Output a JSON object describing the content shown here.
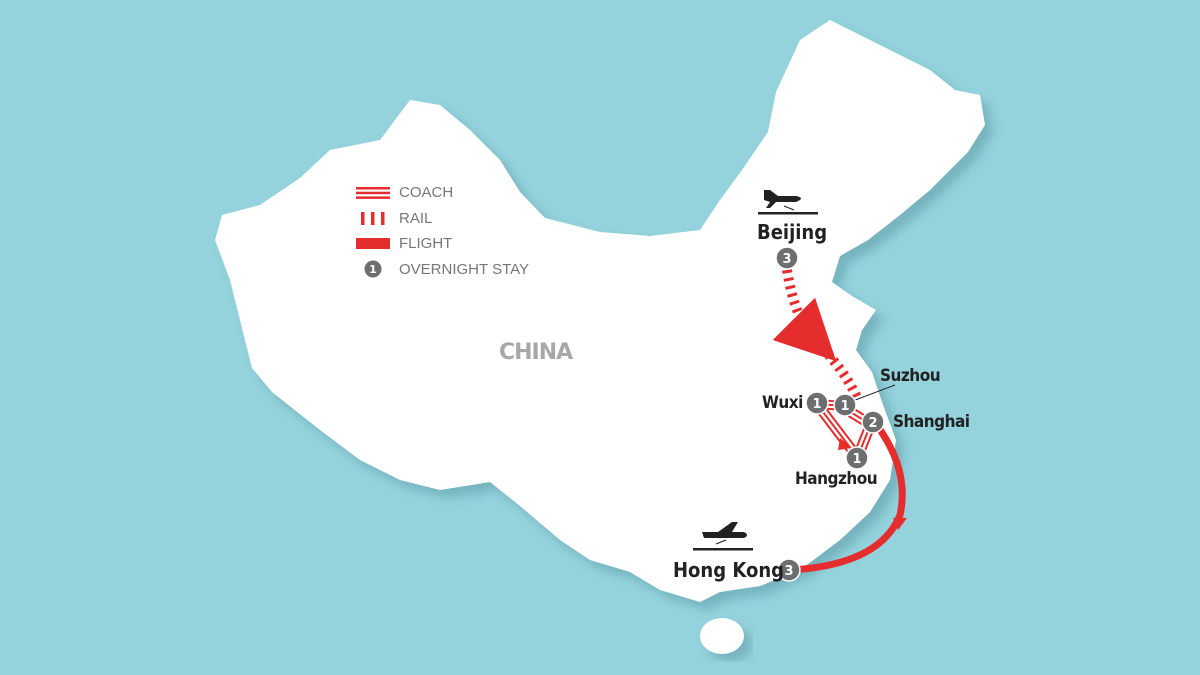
{
  "country_label": "CHINA",
  "legend": {
    "items": [
      {
        "key": "coach",
        "label": "COACH"
      },
      {
        "key": "rail",
        "label": "RAIL"
      },
      {
        "key": "flight",
        "label": "FLIGHT"
      },
      {
        "key": "overnight",
        "label": "OVERNIGHT STAY",
        "badge": "1"
      }
    ]
  },
  "cities": [
    {
      "name": "Beijing",
      "nights": "3",
      "airport": true
    },
    {
      "name": "Suzhou",
      "nights": "1"
    },
    {
      "name": "Wuxi",
      "nights": "1"
    },
    {
      "name": "Shanghai",
      "nights": "2"
    },
    {
      "name": "Hangzhou",
      "nights": "1"
    },
    {
      "name": "Hong Kong",
      "nights": "3",
      "airport": true
    }
  ],
  "colors": {
    "sea": "#94d2dc",
    "land": "#ffffff",
    "route": "#e52d2d",
    "badge": "#6d6e70"
  }
}
